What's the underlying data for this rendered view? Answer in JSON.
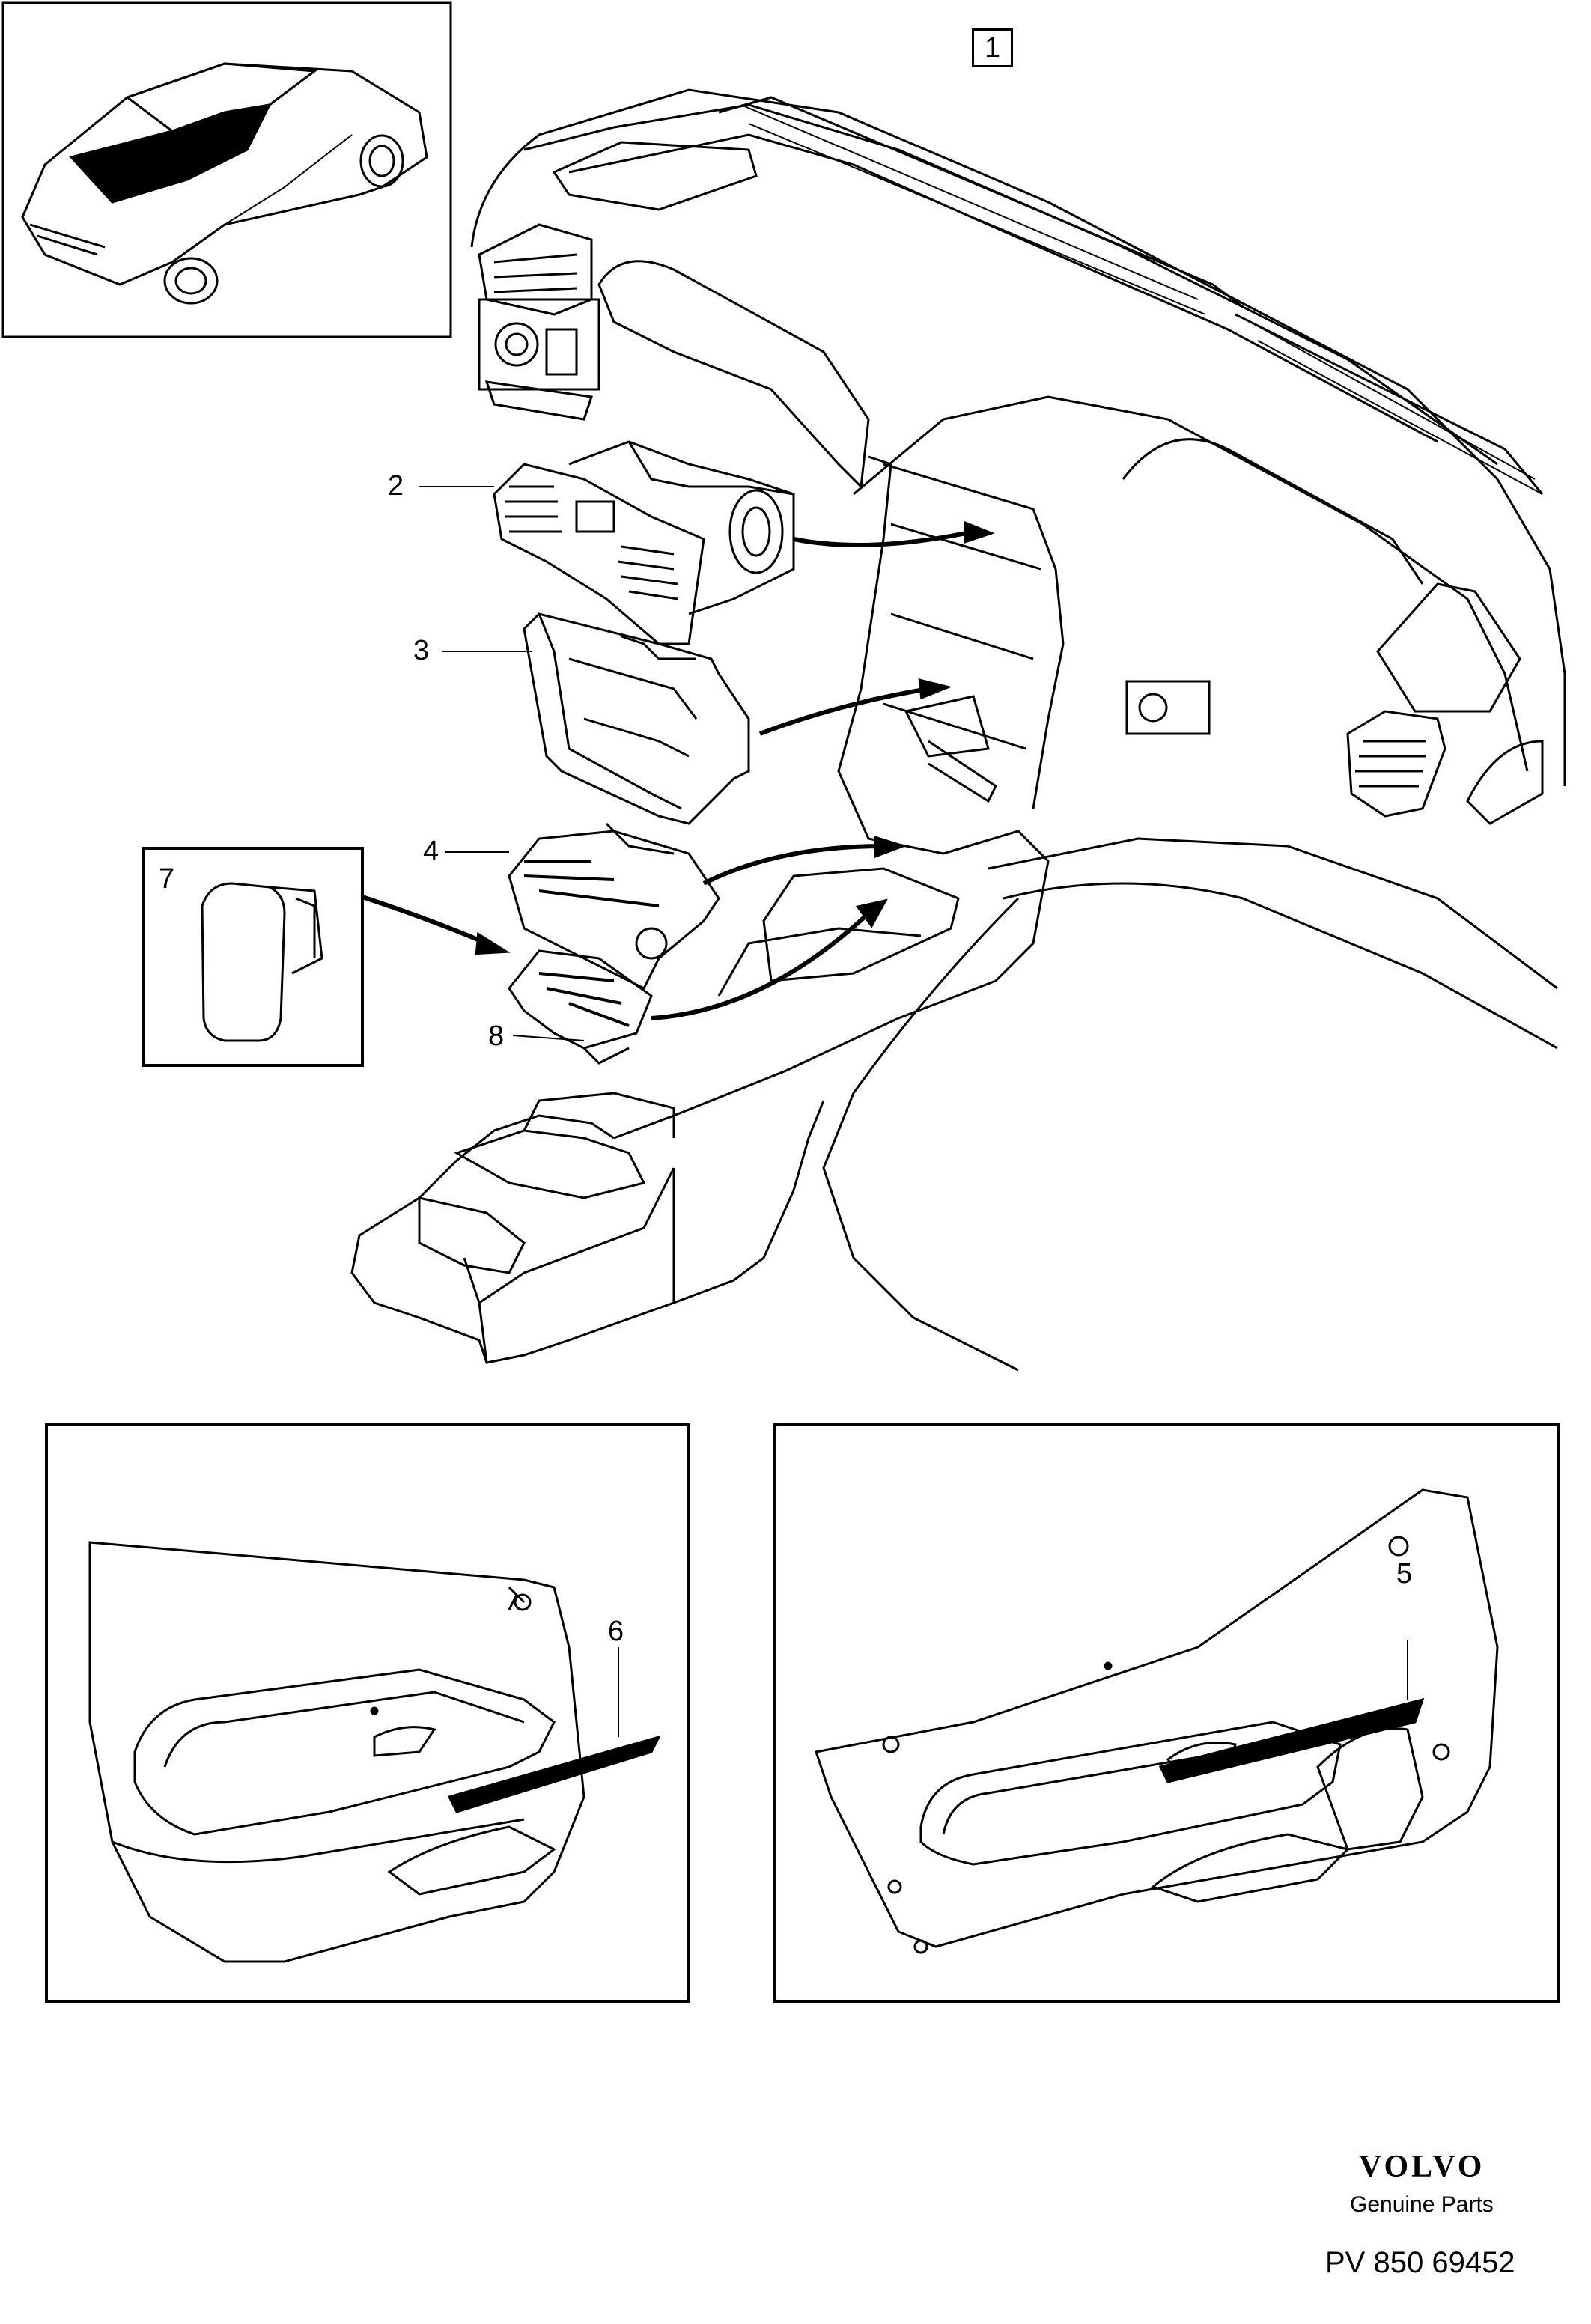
{
  "callouts": {
    "c1": "1",
    "c2": "2",
    "c3": "3",
    "c4": "4",
    "c5": "5",
    "c6": "6",
    "c7": "7",
    "c8": "8"
  },
  "footer": {
    "brand": "VOLVO",
    "subtitle": "Genuine Parts",
    "code": "PV 850 69452"
  }
}
